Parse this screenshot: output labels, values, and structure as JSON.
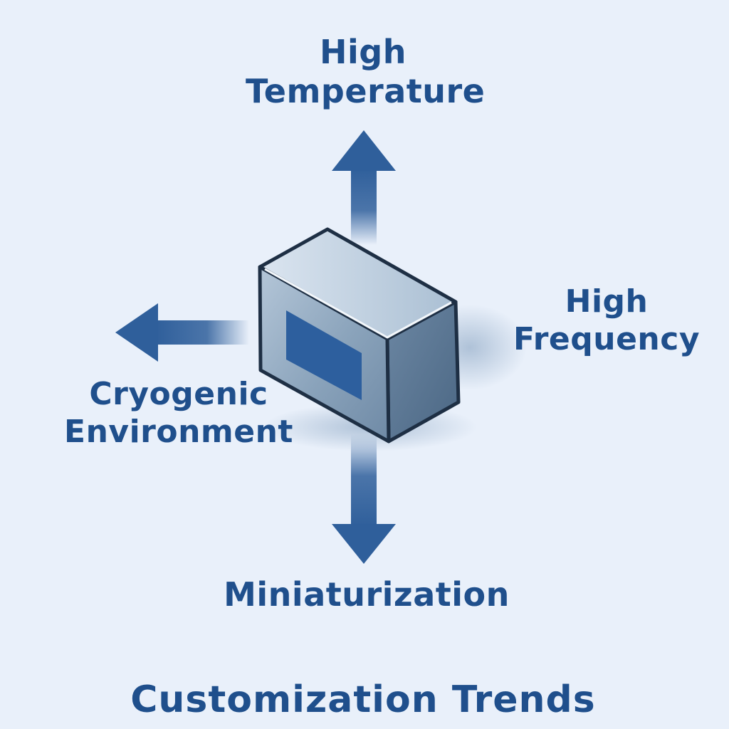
{
  "directions": {
    "top": {
      "line1": "High",
      "line2": "Temperature"
    },
    "right": {
      "line1": "High",
      "line2": "Frequency"
    },
    "left": {
      "line1": "Cryogenic",
      "line2": "Environment"
    },
    "bottom": {
      "line1": "Miniaturization"
    }
  },
  "footer": {
    "title": "Customization Trends"
  },
  "colors": {
    "background": "#e9f0fa",
    "label_text": "#1f4f8c",
    "arrow": "#2f5f9b",
    "component_body": "#8ea6bd",
    "component_window": "#2d5f9e"
  },
  "icons": {
    "center": "component-block-icon",
    "arrows": [
      "arrow-up-icon",
      "arrow-right-icon",
      "arrow-left-icon",
      "arrow-down-icon"
    ]
  }
}
